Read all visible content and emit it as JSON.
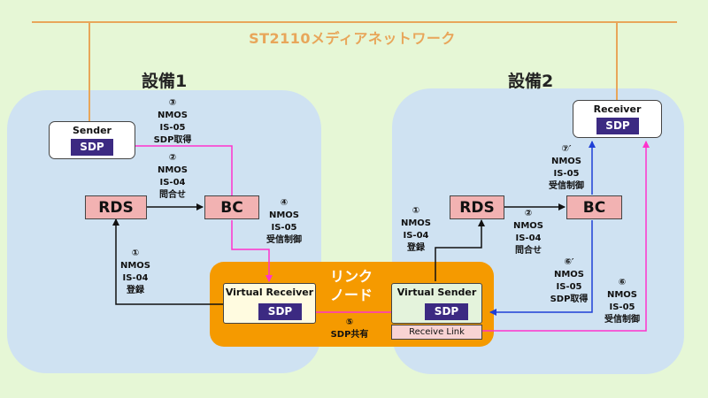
{
  "network_title": "ST2110メディアネットワーク",
  "facilities": [
    {
      "name": "設備1"
    },
    {
      "name": "設備2"
    }
  ],
  "link_node": {
    "label_line1": "リンク",
    "label_line2": "ノード"
  },
  "nodes": {
    "sender": {
      "title": "Sender",
      "sdp": "SDP"
    },
    "receiver": {
      "title": "Receiver",
      "sdp": "SDP"
    },
    "rds1": "RDS",
    "bc1": "BC",
    "rds2": "RDS",
    "bc2": "BC",
    "virtual_receiver": {
      "title": "Virtual Receiver",
      "sdp": "SDP"
    },
    "virtual_sender": {
      "title": "Virtual Sender",
      "sdp": "SDP"
    },
    "receive_link": "Receive Link"
  },
  "labels": {
    "l3": [
      "③",
      "NMOS",
      "IS-05",
      "SDP取得"
    ],
    "l2a": [
      "②",
      "NMOS",
      "IS-04",
      "問合せ"
    ],
    "l4": [
      "④",
      "NMOS",
      "IS-05",
      "受信制御"
    ],
    "l1a": [
      "①",
      "NMOS",
      "IS-04",
      "登録"
    ],
    "l5": [
      "⑤",
      "SDP共有"
    ],
    "l1b": [
      "①",
      "NMOS",
      "IS-04",
      "登録"
    ],
    "l2b": [
      "②",
      "NMOS",
      "IS-04",
      "問合せ"
    ],
    "l7p": [
      "⑦′",
      "NMOS",
      "IS-05",
      "受信制御"
    ],
    "l6p": [
      "⑥′",
      "NMOS",
      "IS-05",
      "SDP取得"
    ],
    "l6": [
      "⑥",
      "NMOS",
      "IS-05",
      "受信制御"
    ]
  },
  "colors": {
    "background": "#e6f7d6",
    "facility_fill": "#cfe2f2",
    "network_line": "#e8a65a",
    "link_node_fill": "#f59a00",
    "magenta": "#ff33cc",
    "blue": "#1f3fd6",
    "node_fill": "#f2b2b2",
    "sdp_fill": "#3c2a82"
  }
}
